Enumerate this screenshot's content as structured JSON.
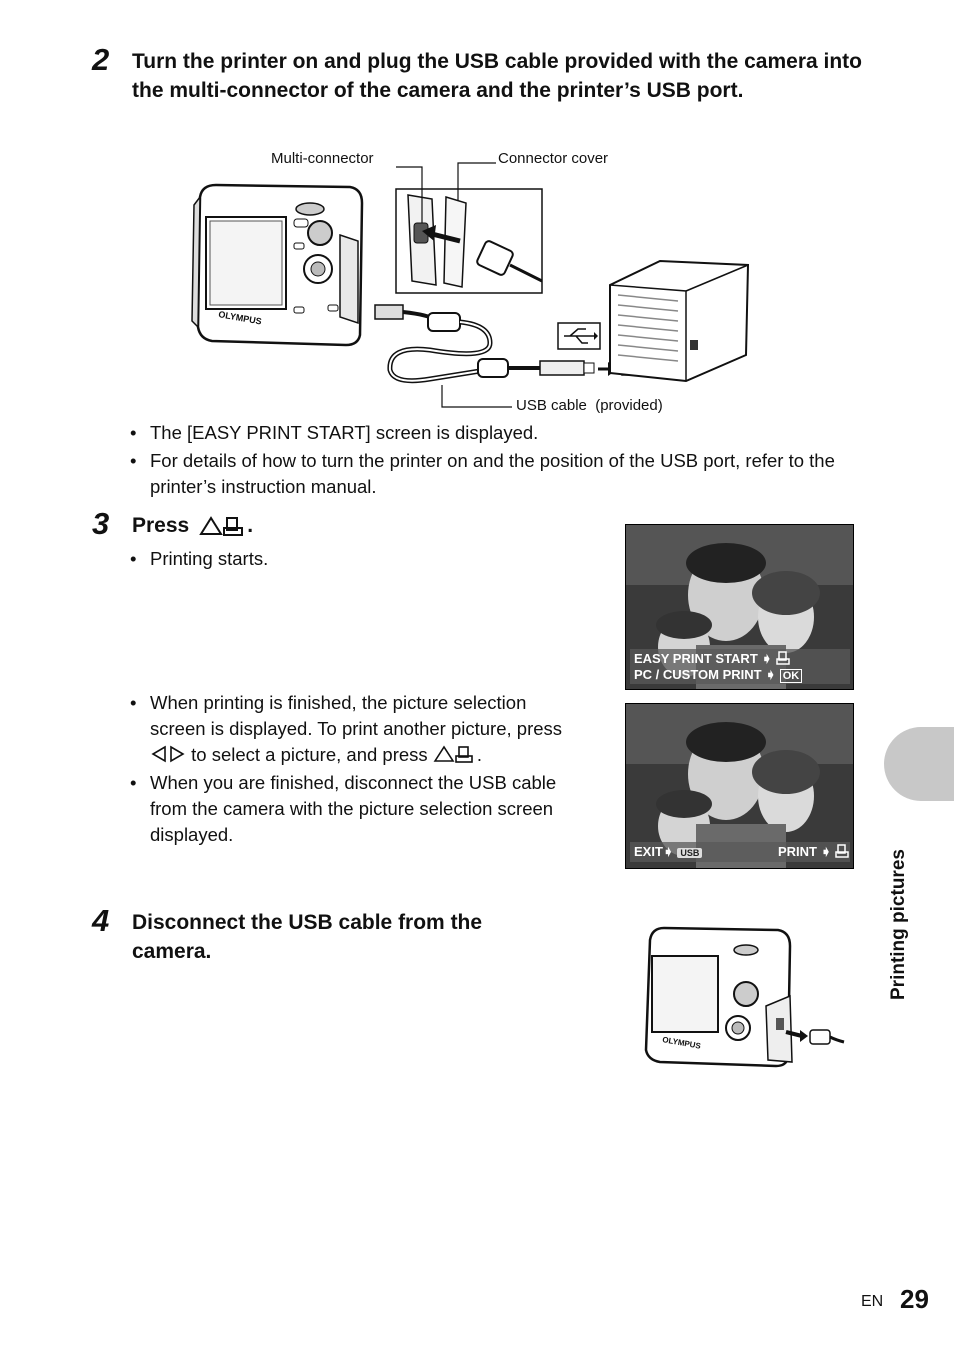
{
  "step2": {
    "number": "2",
    "heading": "Turn the printer on and plug the USB cable provided with the camera into the multi-connector of the camera and the printer’s USB port.",
    "figure_labels": {
      "multi_connector": "Multi-connector",
      "connector_cover": "Connector cover",
      "usb_cable": "USB cable  (provided)"
    },
    "bullets": [
      "The [EASY PRINT START] screen is displayed.",
      "For details of how to turn the printer on and the position of the USB port, refer to the printer’s instruction manual."
    ]
  },
  "step3": {
    "number": "3",
    "heading_prefix": "Press",
    "heading_suffix": ".",
    "bullet_start": "Printing starts.",
    "bullets_finish": {
      "b1_part1": "When printing is finished, the picture selection screen is displayed. To print another picture, press",
      "b1_part2": "to select a picture, and press",
      "b1_part3": ".",
      "b2": "When you are finished, disconnect the USB cable from the camera with the picture selection screen displayed."
    },
    "screen1": {
      "line1": "EASY PRINT START",
      "line2": "PC / CUSTOM PRINT",
      "ok": "OK"
    },
    "screen2": {
      "exit": "EXIT",
      "usb": "USB",
      "print": "PRINT"
    }
  },
  "step4": {
    "number": "4",
    "heading": "Disconnect the USB cable from the camera."
  },
  "side_tab": "Printing pictures",
  "footer": {
    "lang": "EN",
    "page": "29"
  },
  "camera_brand": "OLYMPUS"
}
